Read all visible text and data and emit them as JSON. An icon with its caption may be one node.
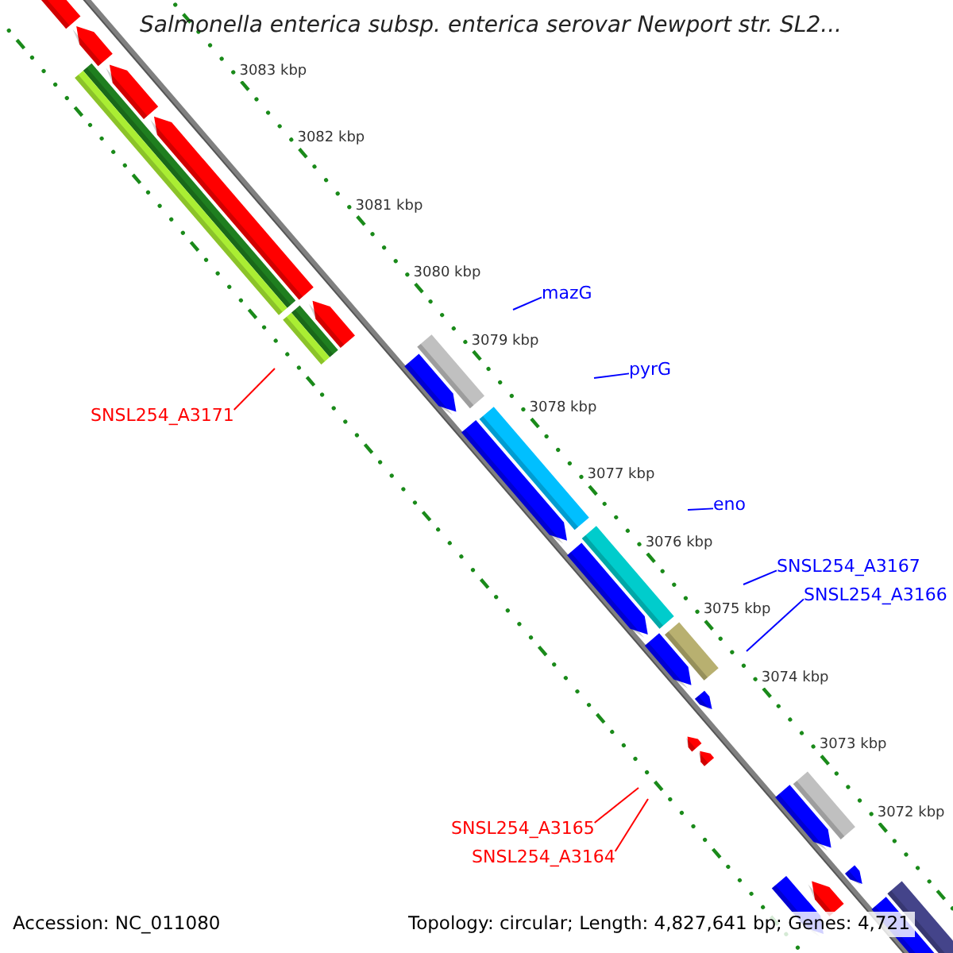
{
  "diagram": {
    "title": "Salmonella enterica subsp. enterica serovar Newport str. SL2...",
    "nodes": [
      {
        "text": [
          "mazG"
        ]
      },
      {
        "text": [
          "pyrG"
        ]
      },
      {
        "text": [
          "eno"
        ]
      },
      {
        "text": [
          "SNSL254_A3167"
        ]
      },
      {
        "text": [
          "SNSL254_A3166"
        ]
      },
      {
        "text": [
          "SNSL254_A3171"
        ]
      },
      {
        "text": [
          "SNSL254_A3165"
        ]
      },
      {
        "text": [
          "SNSL254_A3164"
        ]
      }
    ],
    "edges": [
      {
        "from": 0,
        "to": null,
        "arrow": "none"
      },
      {
        "from": 1,
        "to": null,
        "arrow": "none"
      },
      {
        "from": 2,
        "to": null,
        "arrow": "none"
      },
      {
        "from": 3,
        "to": null,
        "arrow": "none"
      },
      {
        "from": 4,
        "to": null,
        "arrow": "none"
      },
      {
        "from": 5,
        "to": null,
        "arrow": "none",
        "color": "#ff0000"
      },
      {
        "from": 6,
        "to": null,
        "arrow": "none",
        "color": "#ff0000"
      },
      {
        "from": 7,
        "to": null,
        "arrow": "none",
        "color": "#ff0000"
      }
    ],
    "labels": [
      "3083 kbp",
      "3082 kbp",
      "3081 kbp",
      "3080 kbp",
      "3079 kbp",
      "3078 kbp",
      "3077 kbp",
      "3076 kbp",
      "3075 kbp",
      "3074 kbp",
      "3073 kbp",
      "3072 kbp",
      "Accession: NC_011080",
      "Topology: circular; Length: 4,827,641 bp; Genes: 4,721"
    ]
  }
}
